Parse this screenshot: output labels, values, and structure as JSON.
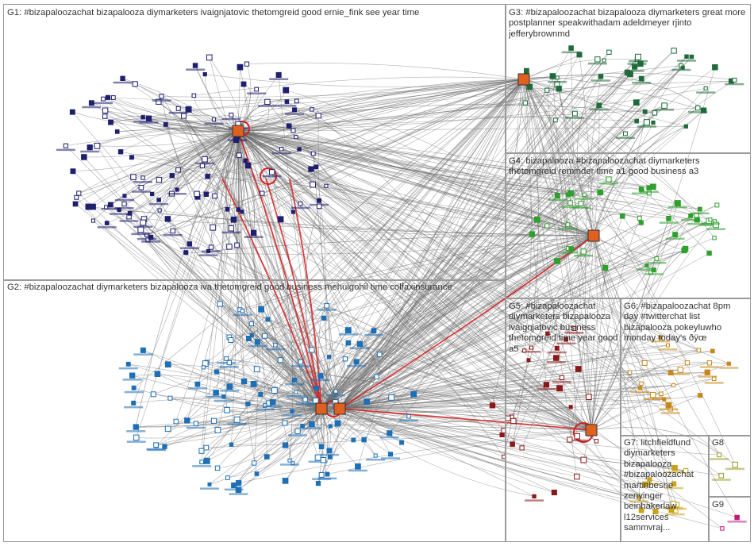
{
  "groups": [
    {
      "id": "g1",
      "label": "G1: #bizapaloozachat bizapalooza diymarketers ivaignjatovic thetomgreid good ernie_fink see year time",
      "color": "#1f1f6e"
    },
    {
      "id": "g2",
      "label": "G2: #bizapaloozachat diymarketers bizapalooza iva thetomgreid good business mehulgohil time colfaxinsurance",
      "color": "#1f6fb4"
    },
    {
      "id": "g3",
      "label": "G3: #bizapaloozachat bizapalooza diymarketers great more postplanner speakwithadam adeldmeyer rjinto jefferybrownmd",
      "color": "#1f6a3a"
    },
    {
      "id": "g4",
      "label": "G4: bizapalooza #bizapaloozachat diymarketers thetomgreid reminder time a1 good business a3",
      "color": "#2ea02e"
    },
    {
      "id": "g5",
      "label": "G5: #bizapaloozachat diymarketers bizapalooza ivaignjatovic business thetomgreid time year good a5",
      "color": "#8a1a1a"
    },
    {
      "id": "g6",
      "label": "G6: #bizapaloozachat 8pm day #twitterchat list bizapalooza pokeyluwho monday today's ðÿœ",
      "color": "#c7871a"
    },
    {
      "id": "g7",
      "label": "G7: litchfieldfund diymarketers bizapalooza #bizapaloozachat martinbesne zenyinger beinhakerlaw l12services sammvraj...",
      "color": "#c9a21a"
    },
    {
      "id": "g8",
      "label": "G8",
      "color": "#9a9a2a"
    },
    {
      "id": "g9",
      "label": "G9",
      "color": "#c21a7a"
    }
  ],
  "colors": {
    "edge": "#6e6e6e",
    "edge_strong": "#d42020",
    "panel_border": "#9a9a9a",
    "label_text": "#333333"
  }
}
